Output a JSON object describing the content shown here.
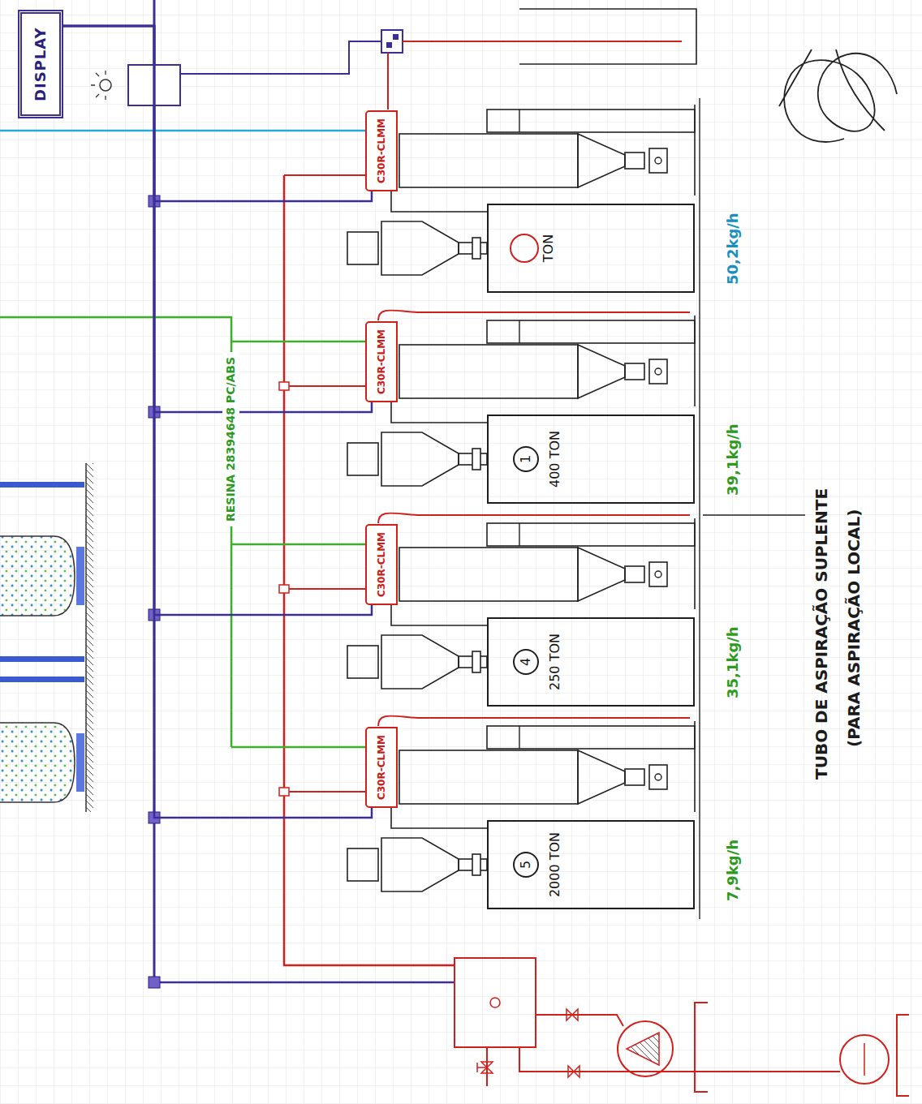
{
  "diagram": {
    "nodes": [
      {
        "text": [
          "DISPLAY"
        ]
      },
      {
        "text": [
          "5",
          "2000 TON"
        ]
      },
      {
        "text": [
          "C30R-CLMM"
        ]
      },
      {
        "text": [
          "4",
          "250 TON"
        ]
      },
      {
        "text": [
          "C30R-CLMM"
        ]
      },
      {
        "text": [
          "1",
          "400 TON"
        ]
      },
      {
        "text": [
          "C30R-CLMM"
        ]
      },
      {
        "text": [
          "TON"
        ]
      },
      {
        "text": [
          "C30R-CLMM"
        ]
      }
    ],
    "edges": [
      {
        "from": 0,
        "to": 2,
        "arrow": "none"
      },
      {
        "from": 0,
        "to": 4,
        "arrow": "none"
      },
      {
        "from": 0,
        "to": 6,
        "arrow": "none"
      },
      {
        "from": 0,
        "to": 8,
        "arrow": "none"
      },
      {
        "from": 2,
        "to": 1,
        "arrow": "none"
      },
      {
        "from": 4,
        "to": 3,
        "arrow": "none"
      },
      {
        "from": 6,
        "to": 5,
        "arrow": "none"
      },
      {
        "from": 8,
        "to": 7,
        "arrow": "none"
      }
    ],
    "labels": [
      "7,9kg/h",
      "35,1kg/h",
      "39,1kg/h",
      "50,2kg/h",
      "RESINA 28394648 PC/ABS",
      "TUBO DE ASPIRAÇÃO SUPLENTE",
      "(PARA ASPIRAÇÃO LOCAL)"
    ]
  }
}
